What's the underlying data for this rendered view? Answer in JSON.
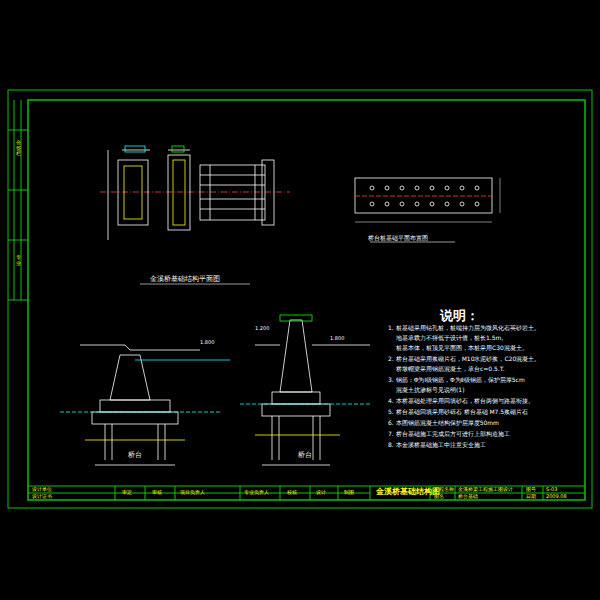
{
  "diagram": {
    "title": "金溪桥基础结构图",
    "labels": [
      "金溪桥基础结构平面图",
      "桥台桩基础平面布置图",
      "说明：",
      "1. 桩基础采用钻孔桩，桩端持力层为微风化石英砂岩土。",
      "地基承载力不得低于设计值，桩长1.5m。",
      "桩基本体，桩顶见平面图，本桩采用C30混凝土。",
      "2. 桥台基础采用浆砌片石，M10水泥砂浆，C20混凝土。",
      "桥墩帽梁采用钢筋混凝土，承台c=0.5.T.",
      "3. 钢筋：Φ为Ⅰ级钢筋，Φ为Ⅱ级钢筋，保护层厚5cm",
      "混凝土抗渗标号见说明(1)",
      "4. 本桥基础处理采用回填砂石，桥台两侧与路基衔接。",
      "5. 桥台基础回填采用砂砾石 桥台基础 M7.5浆砌片石",
      "6. 本图钢筋混凝土结构保护层厚度50mm",
      "7. 桥台基础施工完成后方可进行上部构造施工",
      "8. 本金溪桥基础施工中注意安全施工",
      "桥台",
      "桥台",
      "1.800",
      "1.800",
      "1.200",
      "设计单位",
      "设计证书",
      "审定",
      "审核",
      "项目负责人",
      "专业负责人",
      "校核",
      "设计",
      "制图",
      "工程名称",
      "金溪桥梁工程施工图设计",
      "图名",
      "桥台基础",
      "图号",
      "日期",
      "S-03",
      "2009.08",
      "会签栏",
      "专业"
    ]
  }
}
